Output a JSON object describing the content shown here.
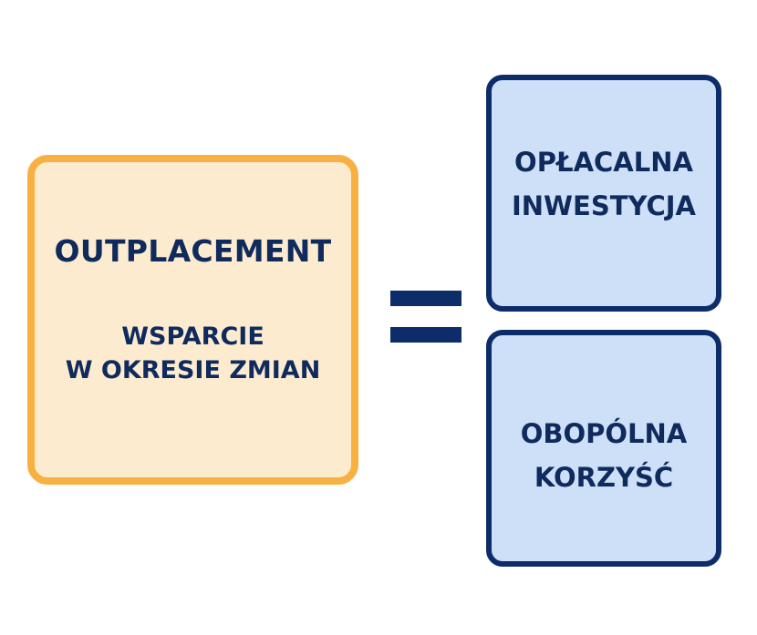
{
  "left_box": {
    "title": "OUTPLACEMENT",
    "subtitle_line1": "WSPARCIE",
    "subtitle_line2": "W OKRESIE ZMIAN"
  },
  "right_top_box": {
    "line1": "OPŁACALNA",
    "line2": "INWESTYCJA"
  },
  "right_bottom_box": {
    "line1": "OBOPÓLNA",
    "line2": "KORZYŚĆ"
  },
  "colors": {
    "left_fill": "#fdebd0",
    "left_border": "#f7b143",
    "right_fill": "#cde0f8",
    "right_border": "#0c2c6a",
    "text": "#0f2a5c"
  }
}
